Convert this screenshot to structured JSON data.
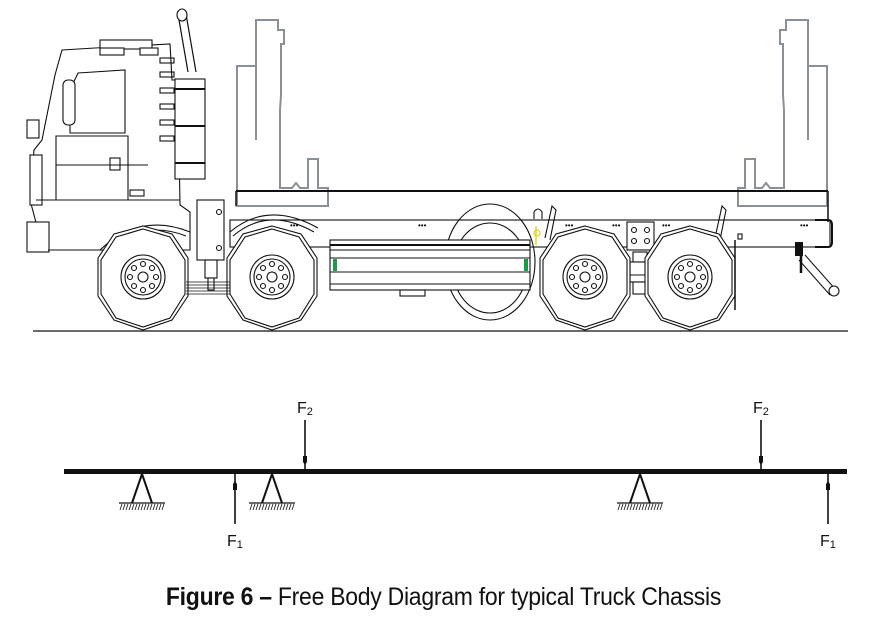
{
  "figure": {
    "caption_bold": "Figure 6 –",
    "caption_text": " Free Body Diagram for typical Truck Chassis"
  },
  "illustration": {
    "subject": "truck-side-elevation",
    "axles": 4
  },
  "free_body_diagram": {
    "beam": "chassis-beam",
    "supports": [
      {
        "name": "support-front-axle-1"
      },
      {
        "name": "support-front-axle-2"
      },
      {
        "name": "support-rear-axle"
      }
    ],
    "forces": [
      {
        "label": "F",
        "subscript": "1",
        "direction": "up"
      },
      {
        "label": "F",
        "subscript": "2",
        "direction": "down"
      },
      {
        "label": "F",
        "subscript": "2",
        "direction": "down"
      },
      {
        "label": "F",
        "subscript": "1",
        "direction": "up"
      }
    ]
  },
  "colors": {
    "ink": "#111111",
    "stake_grey": "#8a9096",
    "accent_green": "#1a9a4a",
    "accent_yellow": "#e8d21a"
  }
}
